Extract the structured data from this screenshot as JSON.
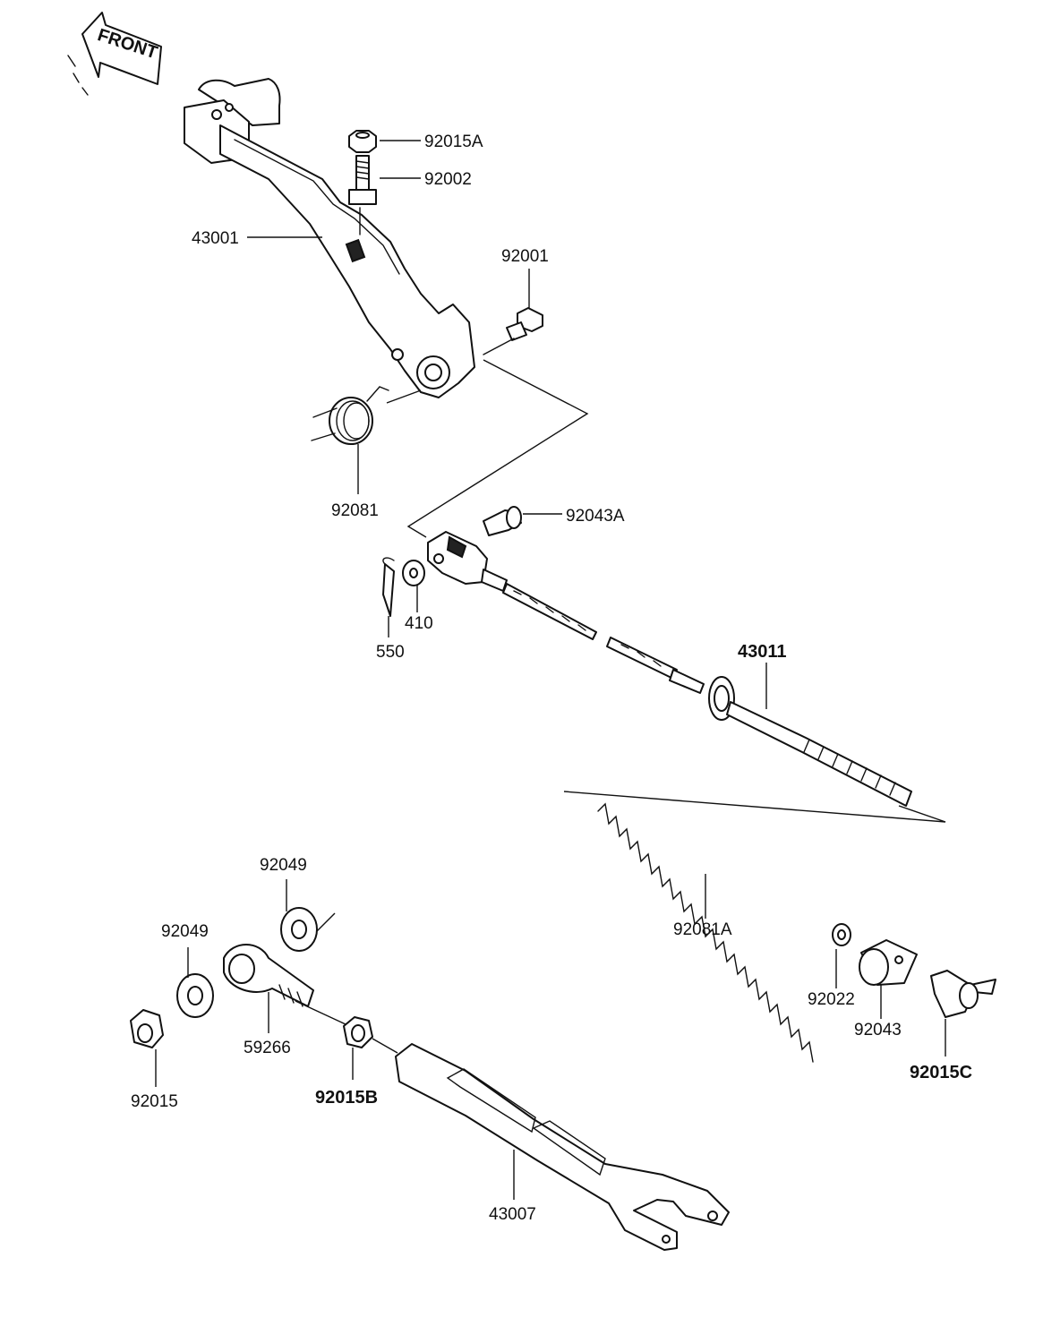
{
  "corner_code": "",
  "front_label": "FRONT",
  "labels": {
    "p92015A": "92015A",
    "p92002": "92002",
    "p43001": "43001",
    "p92001": "92001",
    "p92081": "92081",
    "p92043A": "92043A",
    "p410": "410",
    "p550": "550",
    "p43011": "43011",
    "p92081A": "92081A",
    "p92022": "92022",
    "p92043": "92043",
    "p92015C": "92015C",
    "p92049_top": "92049",
    "p92049_left": "92049",
    "p59266": "59266",
    "p92015": "92015",
    "p92015B": "92015B",
    "p43007": "43007"
  }
}
